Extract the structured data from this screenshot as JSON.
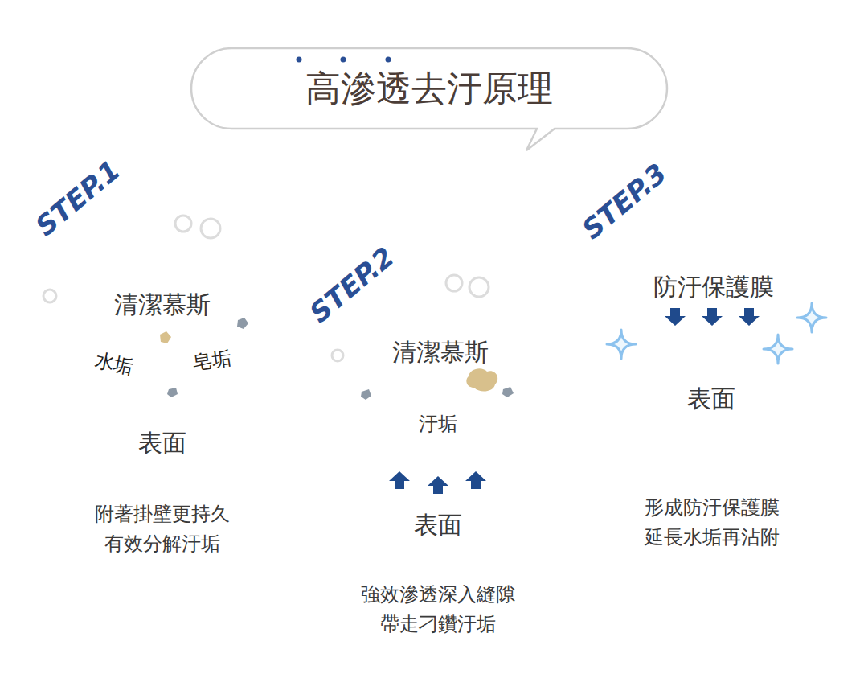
{
  "diagram": {
    "title": "高滲透去汙原理",
    "nodes": [
      {
        "text": [
          "STEP.1",
          "表面",
          "附著掛壁更持久 有效分解汙垢"
        ]
      },
      {
        "text": [
          "清潔慕斯"
        ],
        "in": 0
      },
      {
        "text": [
          "水垢"
        ],
        "in": 1
      },
      {
        "text": [
          "皂垢"
        ],
        "in": 1
      },
      {
        "text": [
          "STEP.2",
          "表面",
          "強效滲透深入縫隙 帶走刁鑽汙垢"
        ]
      },
      {
        "text": [
          "清潔慕斯"
        ],
        "in": 4
      },
      {
        "text": [
          "汙垢"
        ],
        "in": 5
      },
      {
        "text": [
          "STEP.3",
          "防汙保護膜",
          "表面",
          "形成防汙保護膜 延長水垢再沾附"
        ]
      }
    ]
  }
}
